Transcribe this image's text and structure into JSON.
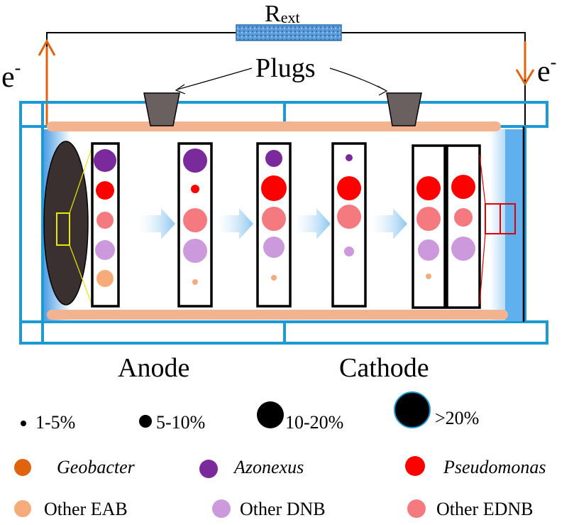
{
  "circuit": {
    "resistor_label_main": "R",
    "resistor_label_sub": "ext",
    "electron_label_left": "e",
    "electron_label_right": "e",
    "electron_sup": "-",
    "plugs_label": "Plugs"
  },
  "chambers": {
    "anode_label": "Anode",
    "cathode_label": "Cathode"
  },
  "size_legend": [
    {
      "label": "1-5%"
    },
    {
      "label": "5-10%"
    },
    {
      "label": "10-20%"
    },
    {
      "label": ">20%"
    }
  ],
  "color_legend": [
    {
      "label": "Geobacter",
      "italic": true,
      "color": "#e0630f"
    },
    {
      "label": "Azonexus",
      "italic": true,
      "color": "#7a2a9a"
    },
    {
      "label": "Pseudomonas",
      "italic": true,
      "color": "#ff0000"
    },
    {
      "label": "Other EAB",
      "italic": false,
      "color": "#f7aa7a"
    },
    {
      "label": "Other DNB",
      "italic": false,
      "color": "#cc99dd"
    },
    {
      "label": "Other EDNB",
      "italic": false,
      "color": "#f47a80"
    }
  ],
  "colors": {
    "frame_blue": "#1b9ad6",
    "electrode_orange": "#f2b490",
    "electrode_glow": "#5aa8e6",
    "resistor_blue": "#4a8fcf",
    "plug_gray": "#6a6060",
    "current_arrow": "#e0630f",
    "anode_body": "#3a3030",
    "flow_arrow": "#a8d4f4",
    "highlight_yellow": "#e8e800",
    "highlight_red": "#e00000"
  },
  "icons": [
    "resistor-icon",
    "plug-icon",
    "flow-arrow-icon",
    "current-arrow-icon"
  ]
}
